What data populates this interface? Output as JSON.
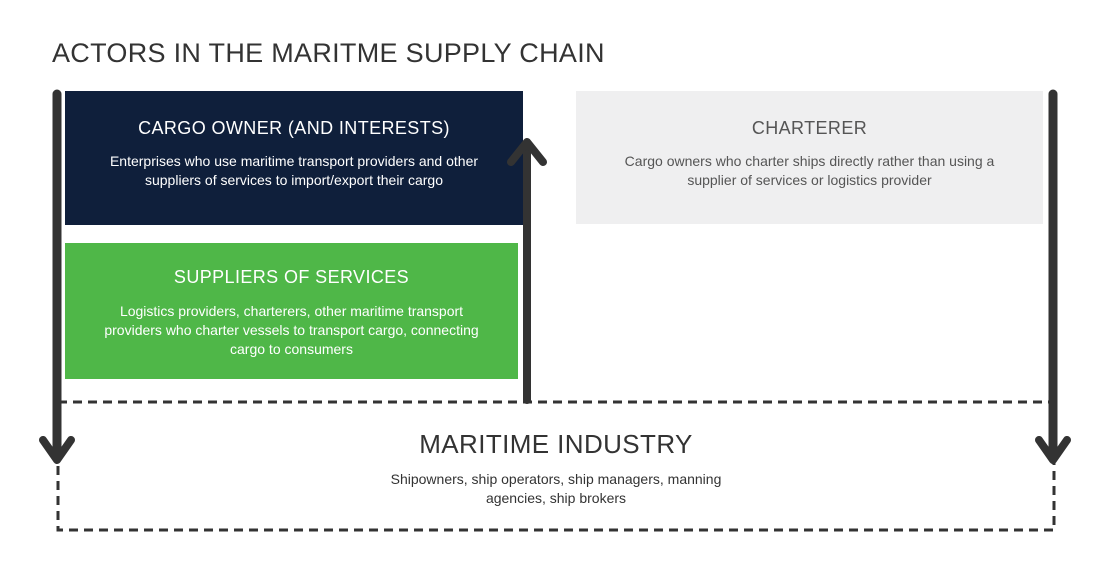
{
  "title": "ACTORS IN THE MARITME SUPPLY CHAIN",
  "boxes": {
    "cargo_owner": {
      "heading": "CARGO OWNER (AND INTERESTS)",
      "description": "Enterprises who use maritime transport providers and other suppliers of services to import/export their cargo",
      "color": "#0f1f3b"
    },
    "charterer": {
      "heading": "CHARTERER",
      "description": "Cargo owners who charter ships directly rather than using a supplier of services or logistics provider",
      "color": "#efeff0"
    },
    "suppliers": {
      "heading": "SUPPLIERS OF SERVICES",
      "description": "Logistics providers, charterers, other maritime transport providers who charter vessels to transport cargo, connecting cargo to consumers",
      "color": "#4fb748"
    },
    "maritime_industry": {
      "heading": "MARITIME INDUSTRY",
      "description": "Shipowners, ship operators, ship managers, manning agencies, ship brokers"
    }
  },
  "colors": {
    "arrow": "#333333",
    "dashed_border": "#333333"
  }
}
